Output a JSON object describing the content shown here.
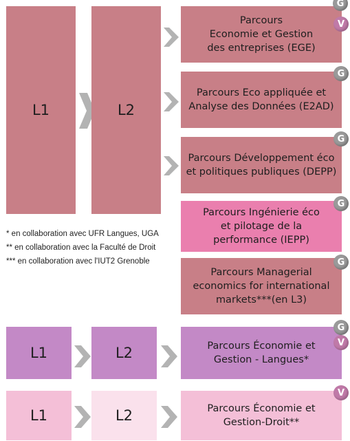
{
  "group1": {
    "l1": "L1",
    "l2": "L2",
    "colors": {
      "box": "#c87f87",
      "arrow": "#b3b3b3"
    },
    "parcours": [
      {
        "lines": [
          "Parcours",
          "Economie et Gestion",
          "des entreprises (EGE)"
        ],
        "badges": [
          "G",
          "V"
        ]
      },
      {
        "lines": [
          "Parcours Eco appliquée et",
          "Analyse des Données (E2AD)"
        ],
        "badges": [
          "G"
        ]
      },
      {
        "lines": [
          "Parcours Développement éco",
          "et politiques publiques (DEPP)"
        ],
        "badges": [
          "G"
        ]
      },
      {
        "lines": [
          "Parcours Ingénierie éco",
          "et pilotage de la",
          "performance (IEPP)"
        ],
        "badges": [
          "G"
        ],
        "color": "#ea7fae"
      },
      {
        "lines": [
          "Parcours Managerial",
          "economics for international",
          "markets***(en L3)"
        ],
        "badges": [
          "G"
        ]
      }
    ]
  },
  "notes": [
    "* en collaboration avec UFR Langues, UGA",
    "** en collaboration avec la Faculté de Droit",
    "*** en collaboration avec l'IUT2 Grenoble"
  ],
  "group2": {
    "l1": "L1",
    "l2": "L2",
    "colors": {
      "box": "#c389c6"
    },
    "parcours": {
      "lines": [
        "Parcours Économie et",
        "Gestion - Langues*"
      ],
      "badges": [
        "G",
        "V"
      ]
    }
  },
  "group3": {
    "l1": "L1",
    "l2": "L2",
    "colors": {
      "l1": "#f4bfd7",
      "l2": "#fae1ec",
      "parcours": "#f4bfd7"
    },
    "parcours": {
      "lines": [
        "Parcours Économie et",
        "Gestion-Droit**"
      ],
      "badges": [
        "V"
      ]
    }
  }
}
